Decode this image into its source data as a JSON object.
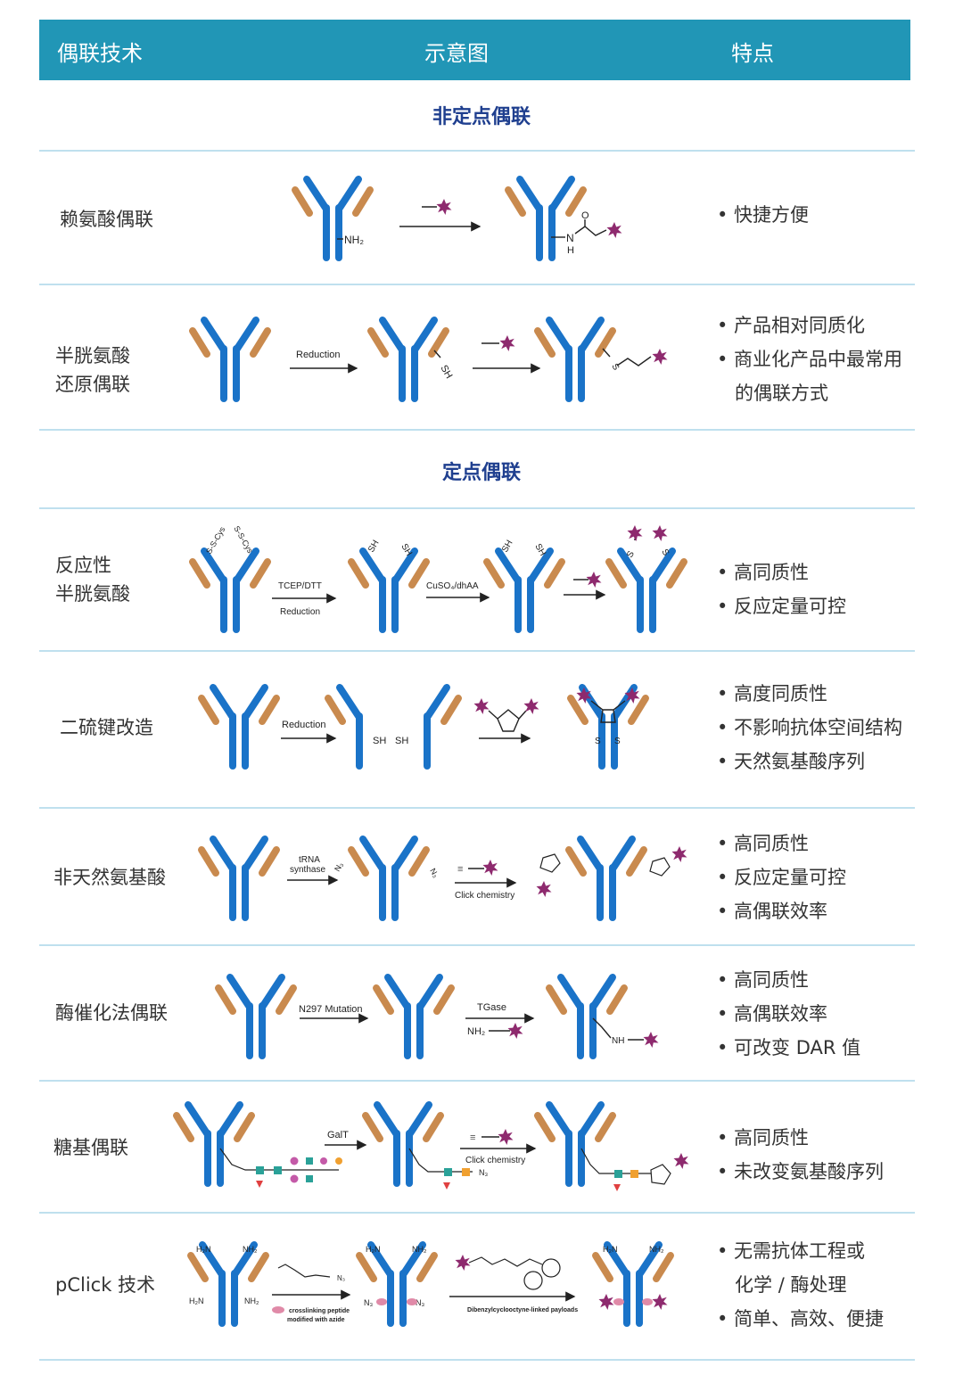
{
  "header": {
    "col_tech": "偶联技术",
    "col_diagram": "示意图",
    "col_feature": "特点"
  },
  "sections": {
    "non_site": "非定点偶联",
    "site": "定点偶联"
  },
  "rows": {
    "lysine": {
      "label_lines": [
        "赖氨酸偶联"
      ],
      "features": [
        "• 快捷方便"
      ]
    },
    "cys_reduction": {
      "label_lines": [
        "半胱氨酸",
        "还原偶联"
      ],
      "features": [
        "• 产品相对同质化",
        "• 商业化产品中最常用",
        "   的偶联方式"
      ]
    },
    "reactive_cys": {
      "label_lines": [
        "反应性",
        "半胱氨酸"
      ],
      "features": [
        "• 高同质性",
        "• 反应定量可控"
      ]
    },
    "disulfide": {
      "label_lines": [
        "二硫键改造"
      ],
      "features": [
        "• 高度同质性",
        "• 不影响抗体空间结构",
        "• 天然氨基酸序列"
      ]
    },
    "unnatural_aa": {
      "label_lines": [
        "非天然氨基酸"
      ],
      "features": [
        "• 高同质性",
        "• 反应定量可控",
        "• 高偶联效率"
      ]
    },
    "enzymatic": {
      "label_lines": [
        "酶催化法偶联"
      ],
      "features": [
        "• 高同质性",
        "• 高偶联效率",
        "• 可改变 DAR 值"
      ]
    },
    "glyco": {
      "label_lines": [
        "糖基偶联"
      ],
      "features": [
        "• 高同质性",
        "• 未改变氨基酸序列"
      ]
    },
    "pclick": {
      "label_lines": [
        "pClick 技术"
      ],
      "features": [
        "• 无需抗体工程或",
        "   化学 / 酶处理",
        "• 简单、高效、便捷"
      ]
    }
  },
  "diagram_text": {
    "nh2": "NH₂",
    "nh": "NH",
    "h": "H",
    "o": "O",
    "sh": "SH",
    "s": "S",
    "reduction": "Reduction",
    "tcep": "TCEP/DTT",
    "cuso4": "CuSO₄/dhAA",
    "cys_s_s": "S-S-Cys",
    "trna": "tRNA",
    "synthase": "synthase",
    "n3": "N₃",
    "click": "Click chemistry",
    "n297": "N297 Mutation",
    "tgase": "TGase",
    "galt": "GalT",
    "h2n": "H₂N",
    "crosslink1": "crosslinking peptide",
    "crosslink2": "modified with azide",
    "dbco": "Dibenzylcyclooctyne-linked payloads"
  },
  "colors": {
    "header": "#2196b6",
    "antibody_heavy": "#1a73c8",
    "antibody_light": "#c98a4e",
    "payload": "#8e2a6e",
    "section_title": "#1f3f8f",
    "rule": "#bfe0ee"
  }
}
